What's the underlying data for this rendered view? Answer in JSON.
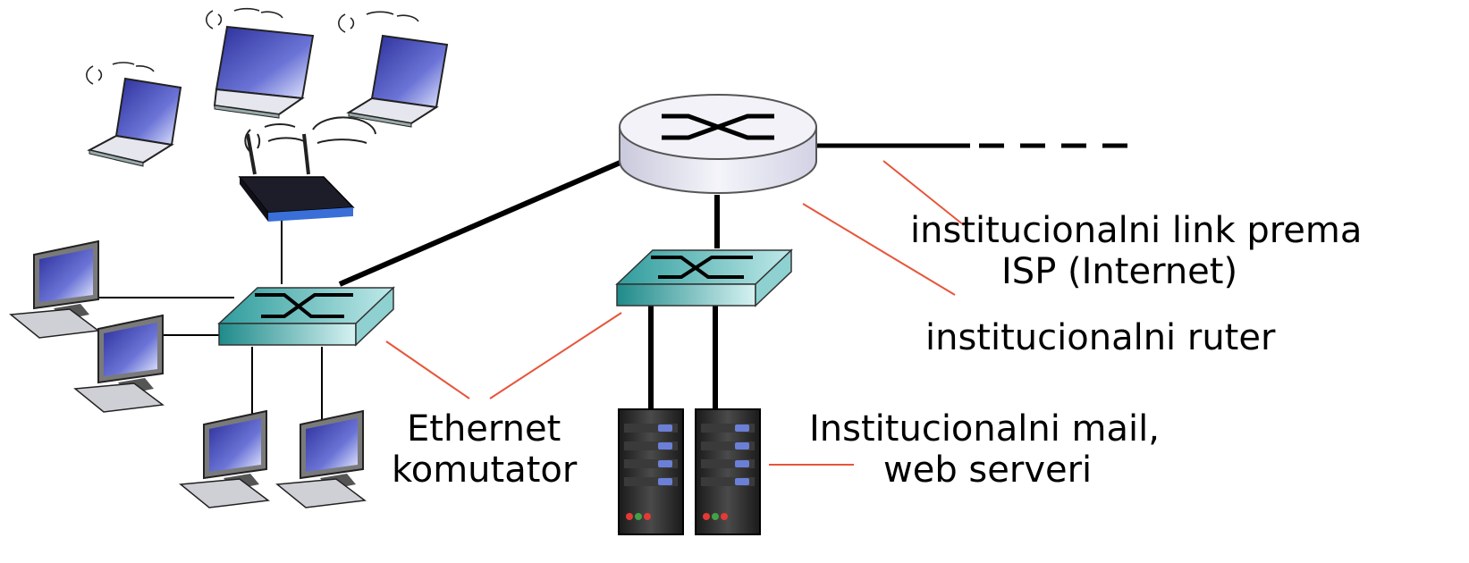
{
  "labels": {
    "isp_link_line1": "institucionalni link prema",
    "isp_link_line2": "ISP (Internet)",
    "router": "institucionalni ruter",
    "switch_line1": "Ethernet",
    "switch_line2": "komutator",
    "servers_line1": "Institucionalni mail,",
    "servers_line2": "web serveri"
  },
  "colors": {
    "leader_line": "#e8553a",
    "switch_fill": "#3aa8a8",
    "router_fill": "#e6e6f2",
    "laptop_screen": "#3e44a8",
    "server_body": "#2e2e2e",
    "server_led_red": "#e53935",
    "server_led_green": "#43a047"
  },
  "icons": [
    "laptop-icon",
    "wireless-router-icon",
    "desktop-computer-icon",
    "ethernet-switch-icon",
    "router-icon",
    "server-icon"
  ]
}
